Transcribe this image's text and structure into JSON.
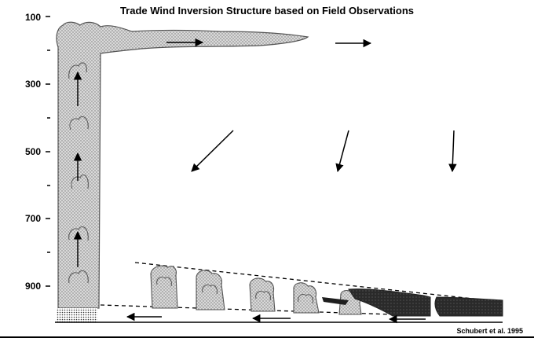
{
  "diagram": {
    "title": "Trade Wind Inversion Structure based on Field Observations",
    "credit": "Schubert et al. 1995",
    "y_axis": {
      "labels": [
        "100",
        "300",
        "500",
        "700",
        "900"
      ],
      "minor_tick_mark": "–"
    }
  },
  "colors": {
    "cloud_fill": "#cfcfcf",
    "cloud_stroke": "#555555",
    "stratocumulus": "#2a2a2a",
    "line": "#000000"
  },
  "icons": {
    "flow_arrow": "arrow-icon",
    "cloud": "cumulus-cloud-icon"
  }
}
